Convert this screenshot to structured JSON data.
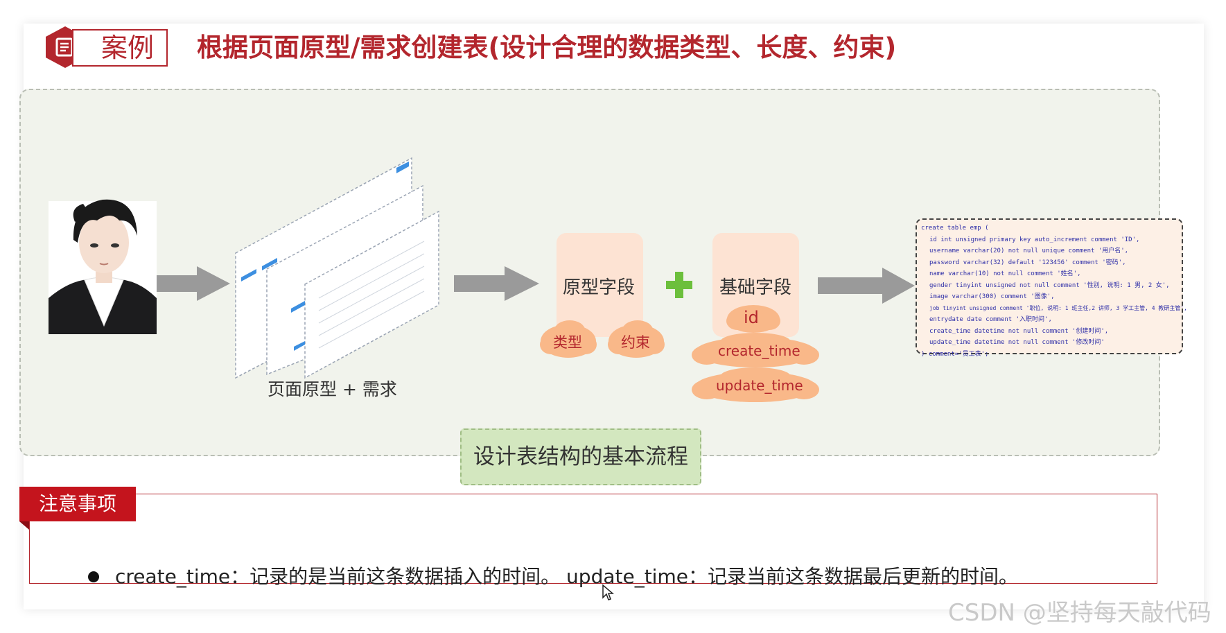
{
  "header": {
    "case_label": "案例",
    "title": "根据页面原型/需求创建表(设计合理的数据类型、长度、约束)"
  },
  "diagram": {
    "prototype_label": "页面原型 + 需求",
    "prototype_fields": "原型字段",
    "type_tag": "类型",
    "constraint_tag": "约束",
    "plus": "+",
    "base_fields": "基础字段",
    "base_tags": [
      "id",
      "create_time",
      "update_time"
    ],
    "flow_caption": "设计表结构的基本流程"
  },
  "code_lines": [
    "create table emp (",
    "id int unsigned primary key auto_increment comment 'ID',",
    "username varchar(20) not null unique comment '用户名',",
    "password varchar(32) default '123456' comment '密码',",
    "name varchar(10) not null comment '姓名',",
    "gender tinyint unsigned not null comment '性别, 说明: 1 男, 2 女',",
    "image varchar(300) comment '图像',",
    "job tinyint unsigned comment '职位, 说明: 1 班主任,2 讲师, 3 学工主管, 4 教研主管',",
    "entrydate date comment '入职时间',",
    "create_time datetime not null comment '创建时间',",
    "update_time datetime not null comment '修改时间'",
    ") comment='员工表';"
  ],
  "notes": {
    "tab_label": "注意事项",
    "items": [
      "create_time：记录的是当前这条数据插入的时间。 update_time：记录当前这条数据最后更新的时间。"
    ]
  },
  "watermark": "CSDN @坚持每天敲代码",
  "colors": {
    "accent_red": "#b3262d",
    "panel_bg": "#f1f3ec",
    "cloud_orange": "#f9b889",
    "plus_green": "#6cbf3c"
  }
}
